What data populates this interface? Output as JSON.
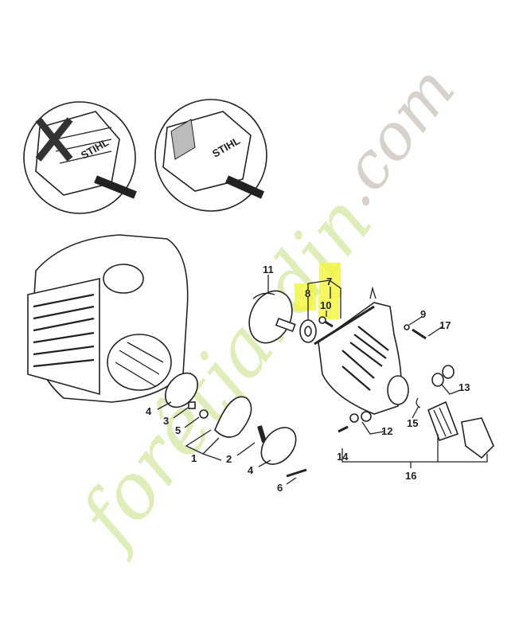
{
  "diagram": {
    "inset_left_brand": "STIHL",
    "inset_right_brand": "STIHL",
    "labels": {
      "l1": "1",
      "l2": "2",
      "l3": "3",
      "l4a": "4",
      "l4b": "4",
      "l5": "5",
      "l6": "6",
      "l7": "7",
      "l8": "8",
      "l9": "9",
      "l10": "10",
      "l11": "11",
      "l12": "12",
      "l13": "13",
      "l14": "14",
      "l15": "15",
      "l16": "16",
      "l17": "17"
    },
    "highlighted_labels": [
      "7",
      "8",
      "10"
    ],
    "highlight_color": "#f2f53a"
  },
  "watermark": {
    "text_main": "forêtjardin",
    "text_suffix": ".com",
    "color_green": "#d6e9a8",
    "color_gray": "#cfc8c0",
    "color_orange": "#f7c98a"
  }
}
